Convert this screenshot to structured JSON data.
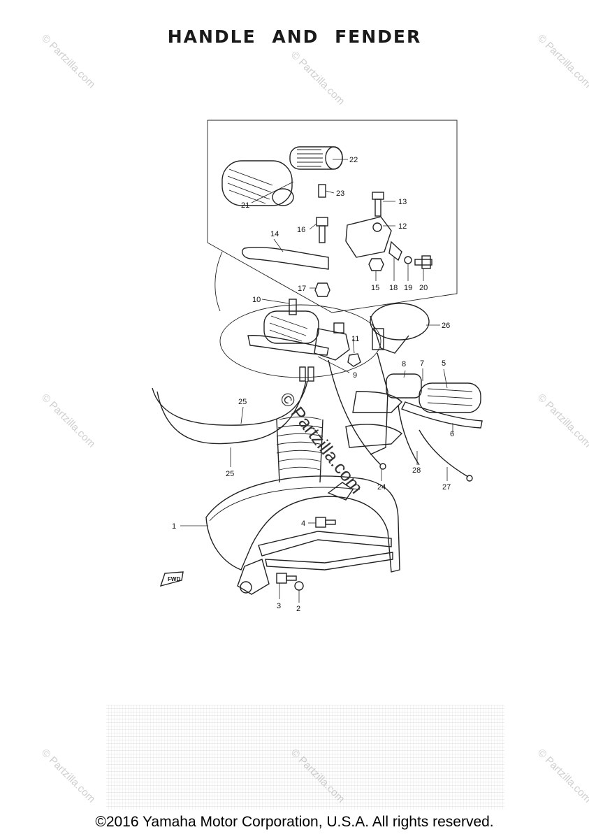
{
  "title": "HANDLE AND FENDER",
  "watermark": "© Partzilla.com",
  "copyright": "©2016 Yamaha Motor Corporation, U.S.A. All rights reserved.",
  "fwd_label": "FWD",
  "callouts": [
    {
      "id": "c1",
      "text": "1"
    },
    {
      "id": "c2",
      "text": "2"
    },
    {
      "id": "c3",
      "text": "3"
    },
    {
      "id": "c4",
      "text": "4"
    },
    {
      "id": "c5",
      "text": "5"
    },
    {
      "id": "c6",
      "text": "6"
    },
    {
      "id": "c7",
      "text": "7"
    },
    {
      "id": "c8",
      "text": "8"
    },
    {
      "id": "c9",
      "text": "9"
    },
    {
      "id": "c10",
      "text": "10"
    },
    {
      "id": "c11",
      "text": "11"
    },
    {
      "id": "c12",
      "text": "12"
    },
    {
      "id": "c13",
      "text": "13"
    },
    {
      "id": "c14",
      "text": "14"
    },
    {
      "id": "c15",
      "text": "15"
    },
    {
      "id": "c16",
      "text": "16"
    },
    {
      "id": "c17",
      "text": "17"
    },
    {
      "id": "c18",
      "text": "18"
    },
    {
      "id": "c19",
      "text": "19"
    },
    {
      "id": "c20",
      "text": "20"
    },
    {
      "id": "c21",
      "text": "21"
    },
    {
      "id": "c22",
      "text": "22"
    },
    {
      "id": "c23",
      "text": "23"
    },
    {
      "id": "c24",
      "text": "24"
    },
    {
      "id": "c25a",
      "text": "25"
    },
    {
      "id": "c25b",
      "text": "25"
    },
    {
      "id": "c26",
      "text": "26"
    },
    {
      "id": "c27",
      "text": "27"
    },
    {
      "id": "c28",
      "text": "28"
    }
  ]
}
